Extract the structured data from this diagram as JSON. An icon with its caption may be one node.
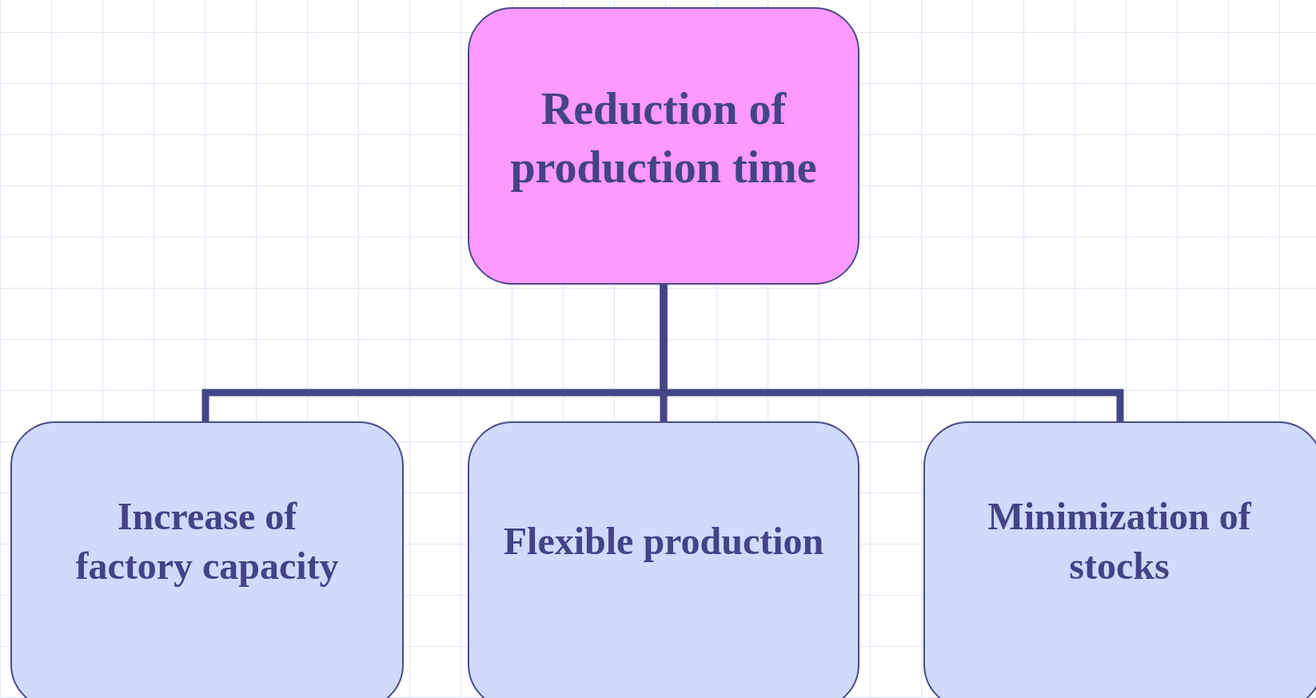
{
  "diagram": {
    "nodes": [
      {
        "text": [
          "Reduction of production time"
        ]
      },
      {
        "text": [
          "Increase of factory capacity"
        ]
      },
      {
        "text": [
          "Flexible production"
        ]
      },
      {
        "text": [
          "Minimization of stocks"
        ]
      }
    ],
    "edges": [
      {
        "from": 0,
        "to": 1,
        "arrow": "none"
      },
      {
        "from": 0,
        "to": 2,
        "arrow": "none"
      },
      {
        "from": 0,
        "to": 3,
        "arrow": "none"
      }
    ]
  }
}
